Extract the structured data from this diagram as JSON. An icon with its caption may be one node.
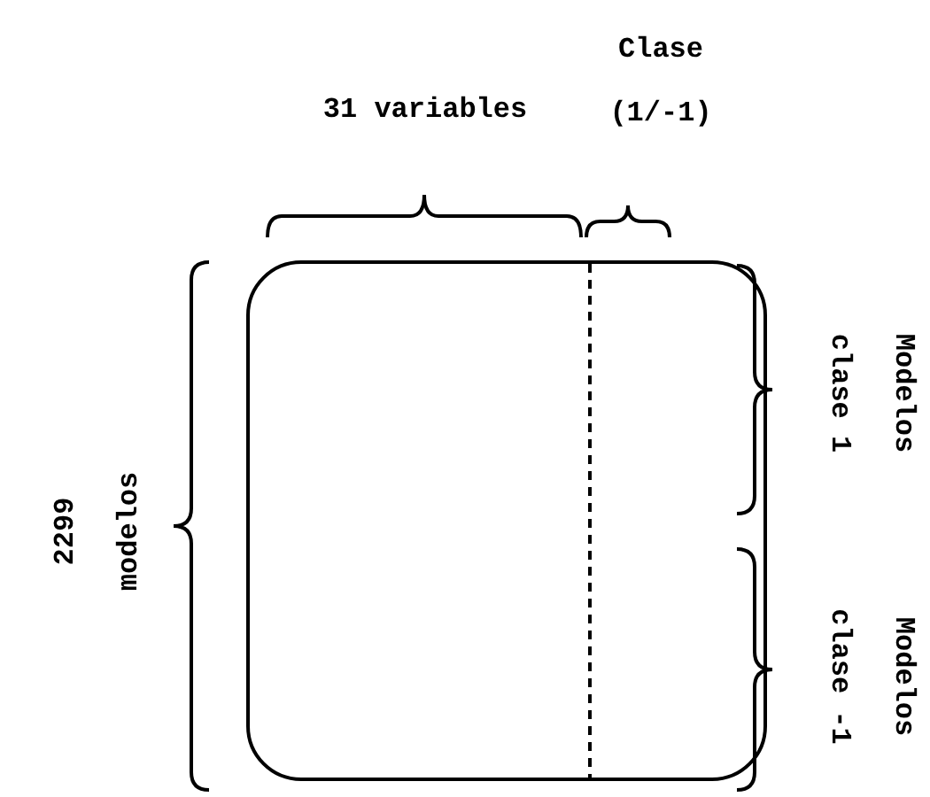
{
  "diagram": {
    "labels": [
      "31 variables",
      "Clase (1/-1)",
      "2299 modelos",
      "Modelos clase 1",
      "Modelos clase -1"
    ]
  }
}
